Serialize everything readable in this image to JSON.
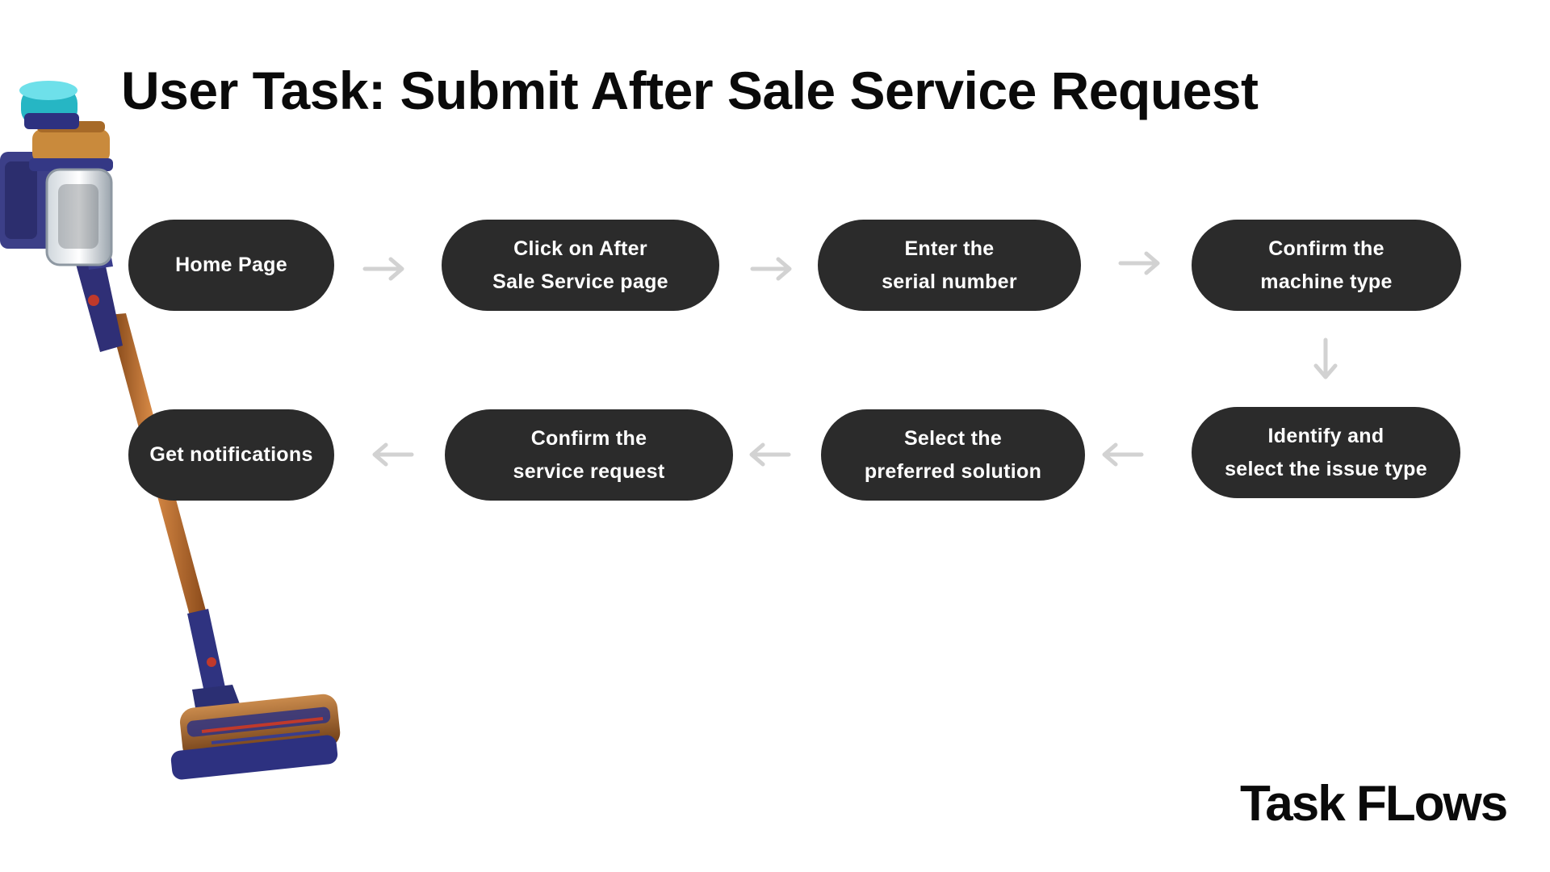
{
  "title": "User Task: Submit After Sale Service Request",
  "brand": "Task FLows",
  "colors": {
    "node_fill": "#2b2b2b",
    "node_text": "#ffffff",
    "arrow": "#d2d2d2",
    "title": "#0a0a0a"
  },
  "image": "dyson-stick-vacuum",
  "steps": [
    {
      "label": "Home Page"
    },
    {
      "label": "Click on After\nSale Service page"
    },
    {
      "label": "Enter the\nserial number"
    },
    {
      "label": "Confirm the\nmachine type"
    },
    {
      "label": "Identify and\nselect the issue type"
    },
    {
      "label": "Select the\npreferred solution"
    },
    {
      "label": "Confirm the\nservice request"
    },
    {
      "label": "Get notifications"
    }
  ],
  "arrows": [
    "right",
    "right",
    "right",
    "down",
    "left",
    "left",
    "left"
  ]
}
